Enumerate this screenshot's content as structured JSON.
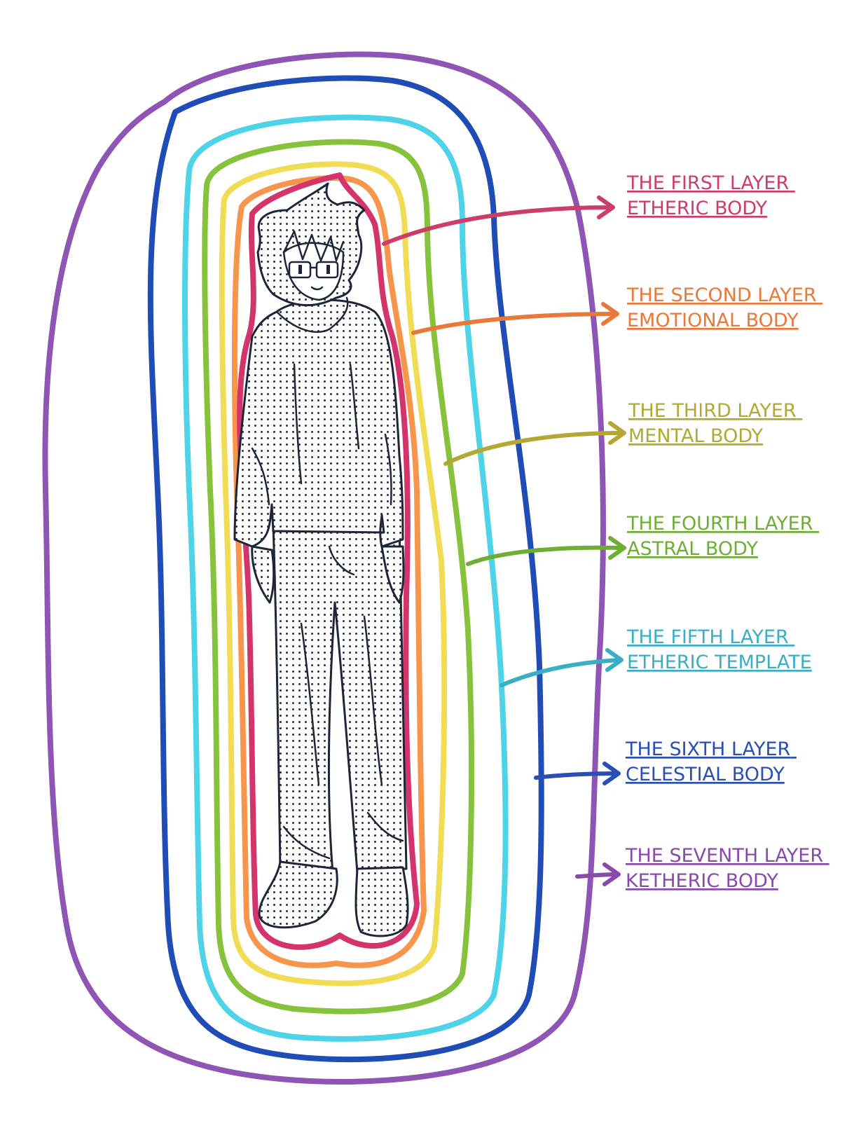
{
  "layers": [
    {
      "line1": "THE FIRST LAYER",
      "line2": "ETHERIC BODY",
      "color": "#cc3d6a"
    },
    {
      "line1": "THE SECOND LAYER",
      "line2": "EMOTIONAL BODY",
      "color": "#e7793a"
    },
    {
      "line1": "THE THIRD LAYER",
      "line2": "MENTAL BODY",
      "color": "#b3a833"
    },
    {
      "line1": "THE FOURTH LAYER",
      "line2": "ASTRAL BODY",
      "color": "#6fae35"
    },
    {
      "line1": "THE FIFTH LAYER",
      "line2": "ETHERIC TEMPLATE",
      "color": "#3aaec4"
    },
    {
      "line1": "THE SIXTH LAYER",
      "line2": "CELESTIAL BODY",
      "color": "#2a4fb4"
    },
    {
      "line1": "THE SEVENTH LAYER",
      "line2": "KETHERIC BODY",
      "color": "#8a4aa8"
    }
  ],
  "aura_colors": {
    "seventh": "#8e55b4",
    "sixth": "#1f4db5",
    "fifth": "#4fd3e8",
    "fourth": "#86c23c",
    "third": "#f1dd55",
    "second": "#f7954c",
    "first": "#d4346c"
  }
}
